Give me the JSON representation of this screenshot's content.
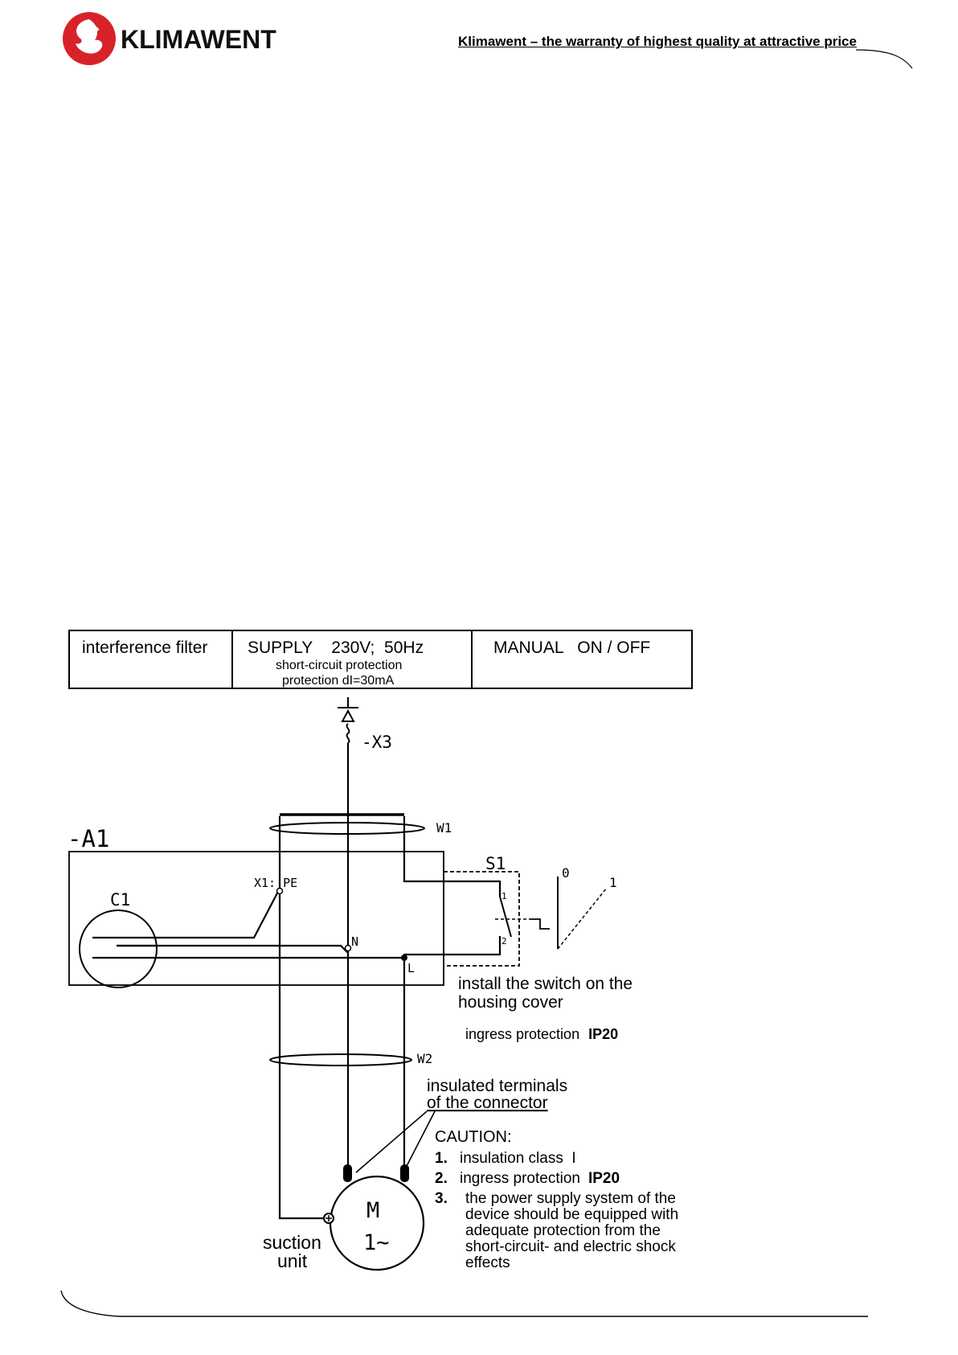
{
  "header": {
    "brand": "KLIMAWENT",
    "tagline": "Klimawent – the warranty of highest quality at attractive price"
  },
  "boxes": {
    "filter": "interference filter",
    "supply": "SUPPLY    230V;  50Hz",
    "supply_note1": "short-circuit  protection",
    "supply_note2": "protection  dI=30mA",
    "manual": "MANUAL   ON / OFF"
  },
  "labels": {
    "x3": "-X3",
    "a1": "-A1",
    "w1": "W1",
    "w2": "W2",
    "c1": "C1",
    "s1": "S1",
    "x1pe": "X1: PE",
    "n": "N",
    "l": "L",
    "sw1": "1",
    "sw2": "2",
    "pos0": "0",
    "pos1": "1",
    "motor_m": "M",
    "motor_phase": "1~"
  },
  "notes": {
    "install_line1": "install the switch on the",
    "install_line2": "housing cover",
    "ingress_label": "ingress protection",
    "ingress_value": "IP20",
    "insulated_line1": "insulated terminals",
    "insulated_line2": "of the connector",
    "suction_line1": "suction",
    "suction_line2": "unit"
  },
  "caution": {
    "title": "CAUTION:",
    "items": [
      {
        "num": "1.",
        "text": "insulation class  I"
      },
      {
        "num": "2.",
        "text": "ingress protection",
        "bold": "IP20"
      },
      {
        "num": "3.",
        "lines": [
          "the power supply system of the",
          "device should be equipped with",
          "adequate protection from the",
          "short-circuit- and electric shock",
          "effects"
        ]
      }
    ]
  },
  "colors": {
    "logo_red": "#d8222a",
    "ink": "#000000"
  }
}
